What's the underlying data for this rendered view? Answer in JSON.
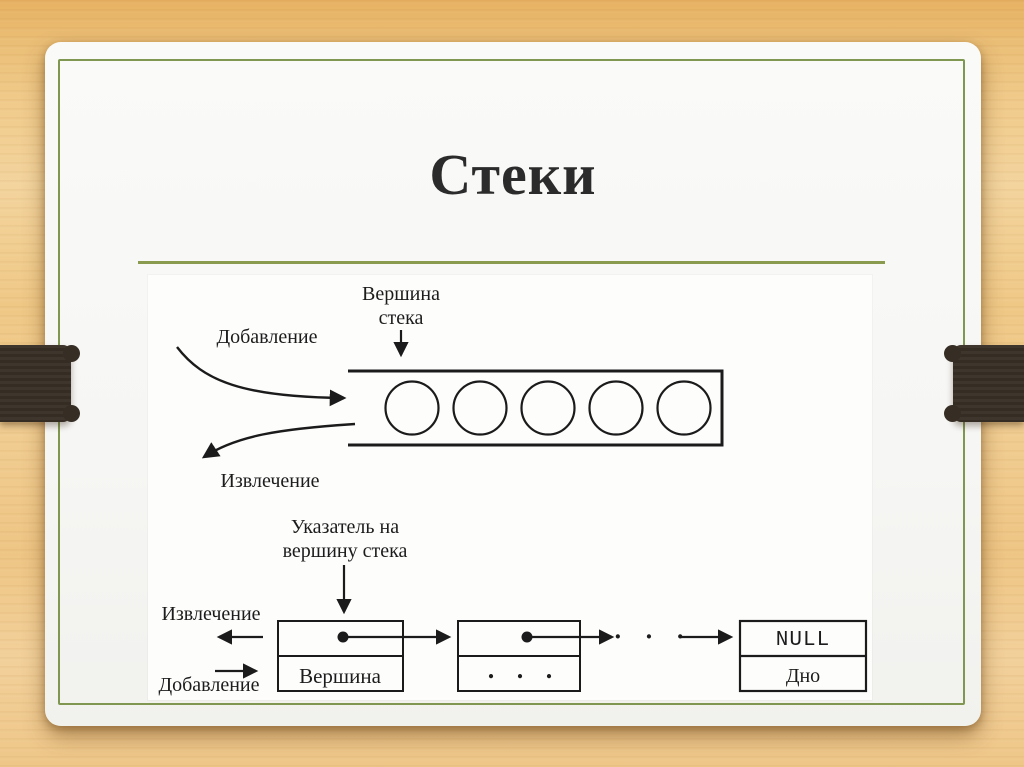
{
  "slide": {
    "title": "Стеки"
  },
  "array_diagram": {
    "top_label_line1": "Вершина",
    "top_label_line2": "стека",
    "push_label": "Добавление",
    "pop_label": "Извлечение"
  },
  "list_diagram": {
    "pointer_label_line1": "Указатель на",
    "pointer_label_line2": "вершину стека",
    "pop_label": "Извлечение",
    "push_label": "Добавление",
    "top_node_label": "Вершина",
    "middle_node_label": ". . .",
    "ellipsis": "· · ·",
    "null_label": "NULL",
    "bottom_node_label": "Дно"
  },
  "colors": {
    "wood_background": "#eec688",
    "card_background": "#f7f7f5",
    "accent_olive": "#8a9b4f",
    "frame_olive": "#7f9751",
    "clamp_brown": "#3a322a",
    "diagram_ink": "#1b1b1b"
  }
}
